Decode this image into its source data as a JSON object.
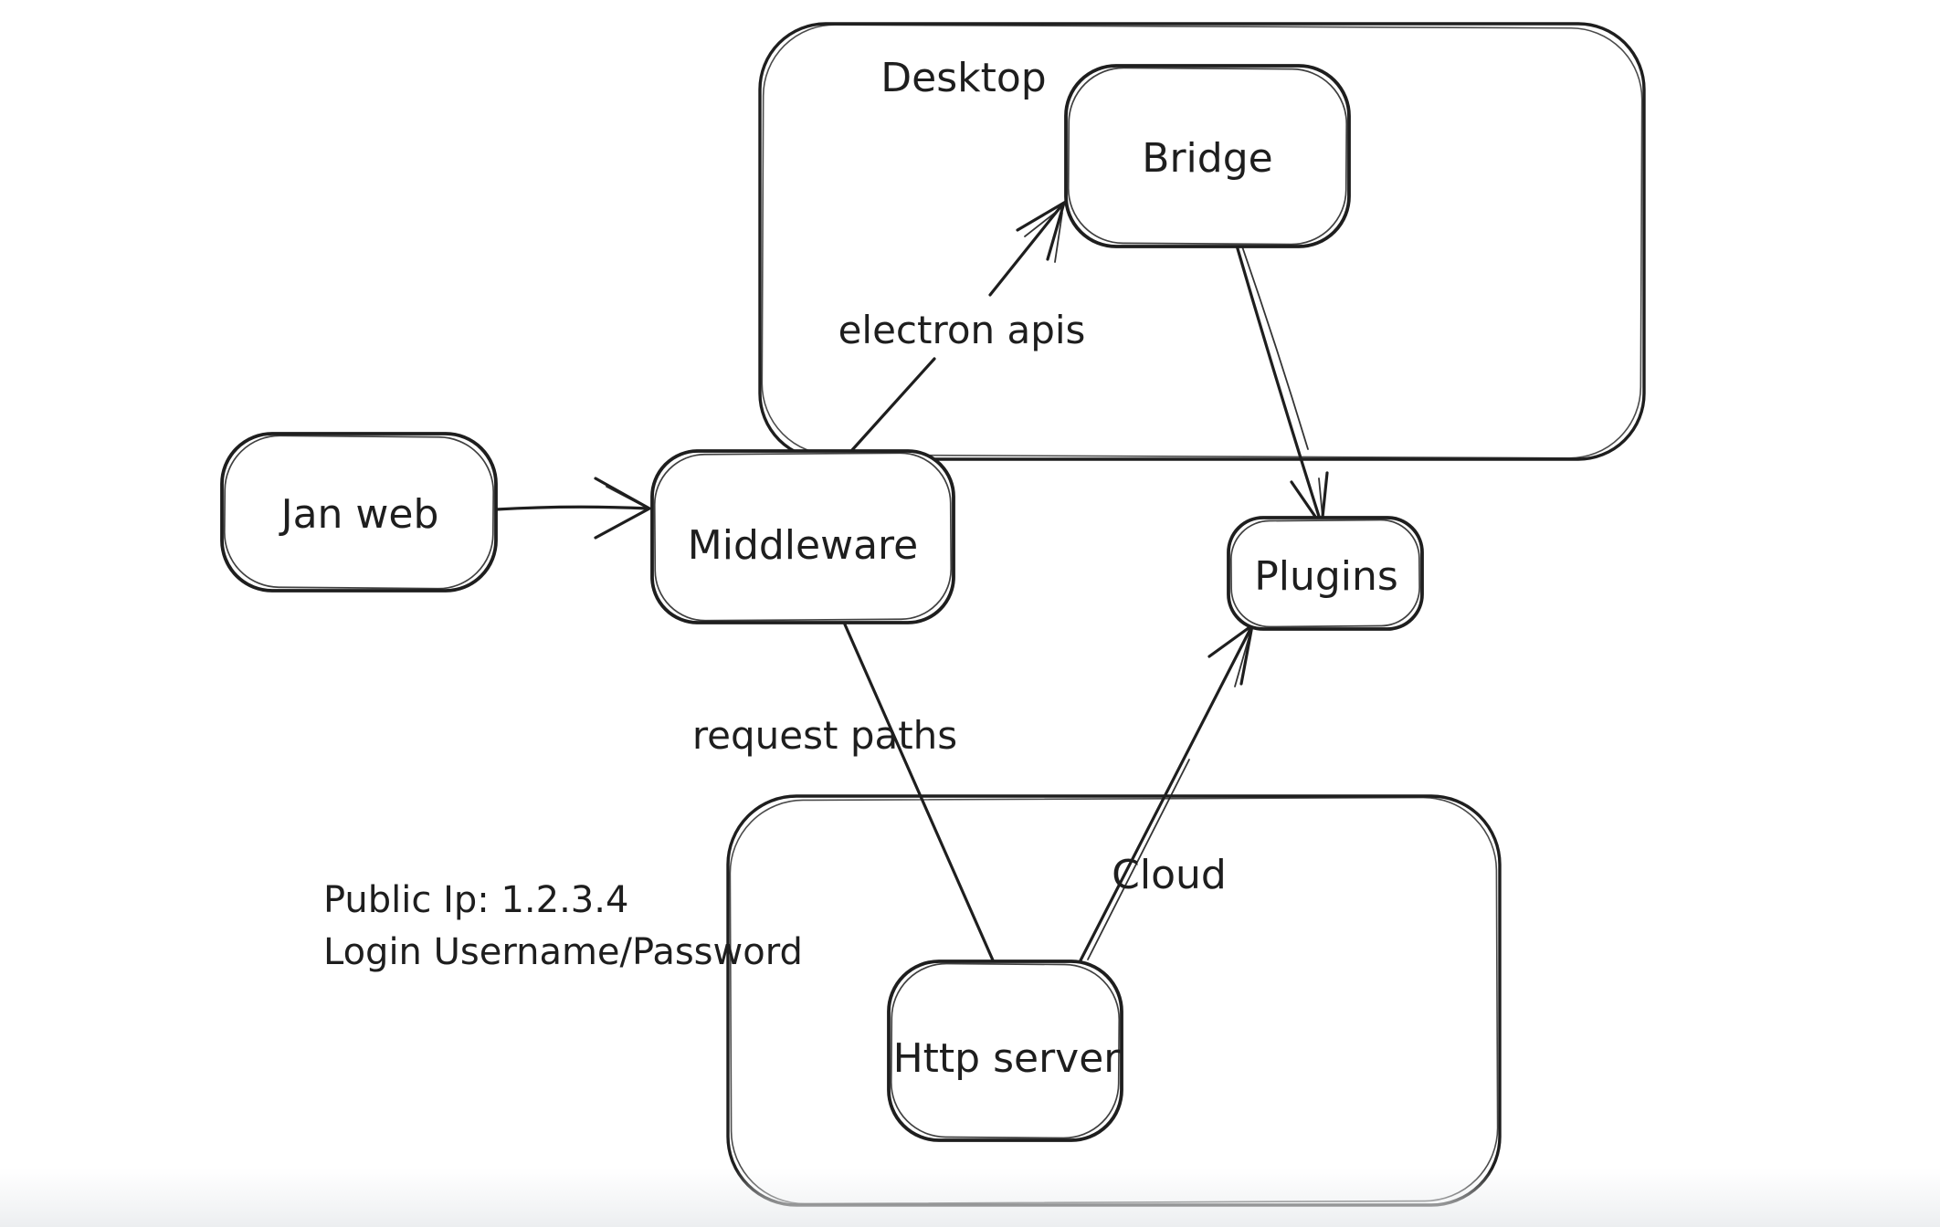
{
  "canvas": {
    "background": "#ffffff",
    "ink_color": "#1e1e1e",
    "bottom_fade_color": "#eceef0",
    "style": "hand-drawn whiteboard sketch"
  },
  "containers": {
    "desktop": {
      "label": "Desktop"
    },
    "cloud": {
      "label": "Cloud"
    }
  },
  "nodes": {
    "jan_web": {
      "label": "Jan web"
    },
    "middleware": {
      "label": "Middleware"
    },
    "bridge": {
      "label": "Bridge"
    },
    "plugins": {
      "label": "Plugins"
    },
    "http_server": {
      "label": "Http server"
    }
  },
  "edges": [
    {
      "from": "Jan web",
      "to": "Middleware",
      "label": "",
      "arrow": "to"
    },
    {
      "from": "Middleware",
      "to": "Bridge",
      "label": "electron apis",
      "arrow": "to"
    },
    {
      "from": "Bridge",
      "to": "Plugins",
      "label": "",
      "arrow": "to"
    },
    {
      "from": "Middleware",
      "to": "Http server",
      "label": "request paths",
      "arrow": "none"
    },
    {
      "from": "Http server",
      "to": "Plugins",
      "label": "",
      "arrow": "to"
    }
  ],
  "annotations": {
    "public_ip": "Public Ip: 1.2.3.4",
    "login": "Login Username/Password"
  }
}
